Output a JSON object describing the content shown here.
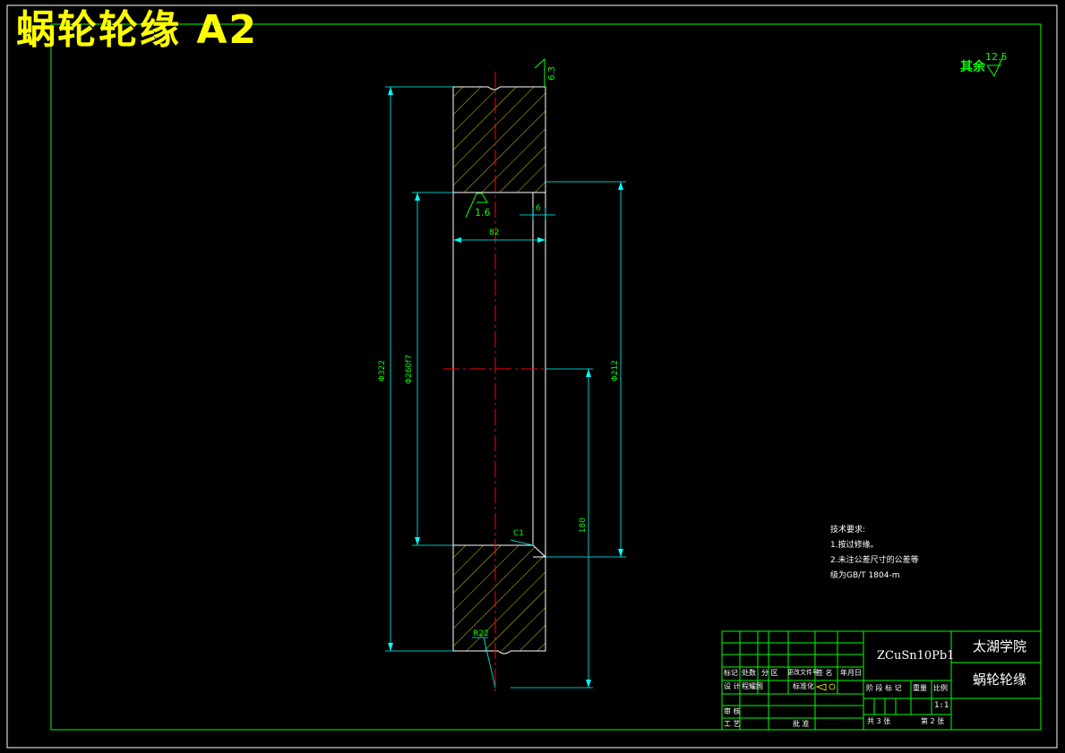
{
  "header": {
    "title": "蜗轮轮缘 A2"
  },
  "surface_finish": {
    "other_label": "其余",
    "other_value": "12.5",
    "top_value": "6.3",
    "bore_value": "1.6"
  },
  "dimensions": {
    "step": "6",
    "width": "82",
    "outer_dia": "Φ322",
    "bore_dia": "Φ260f7",
    "inner_step_dia": "Φ212",
    "length": "180",
    "chamfer": "C1",
    "module_mark": "R22"
  },
  "tech_requirements": {
    "heading": "技术要求:",
    "items": [
      "1.按过修缘。",
      "2.未注公差尺寸的公差等",
      "级为GB/T 1804-m"
    ]
  },
  "title_block": {
    "material": "ZCuSn10Pb1",
    "school": "太湖学院",
    "part_name": "蜗轮轮缘",
    "header_cols": [
      "标记",
      "处数",
      "分 区",
      "更改文件号",
      "签 名",
      "年月日"
    ],
    "design_row": [
      "设 计",
      "程耀国",
      "标准化"
    ],
    "check_label": "审 核",
    "process_label": "工 艺",
    "approve_label": "批 准",
    "stage_labels": [
      "阶 段 标 记",
      "重量",
      "比例"
    ],
    "scale": "1:1",
    "sheets_total": "共 3 张",
    "sheet_no": "第 2 张"
  }
}
